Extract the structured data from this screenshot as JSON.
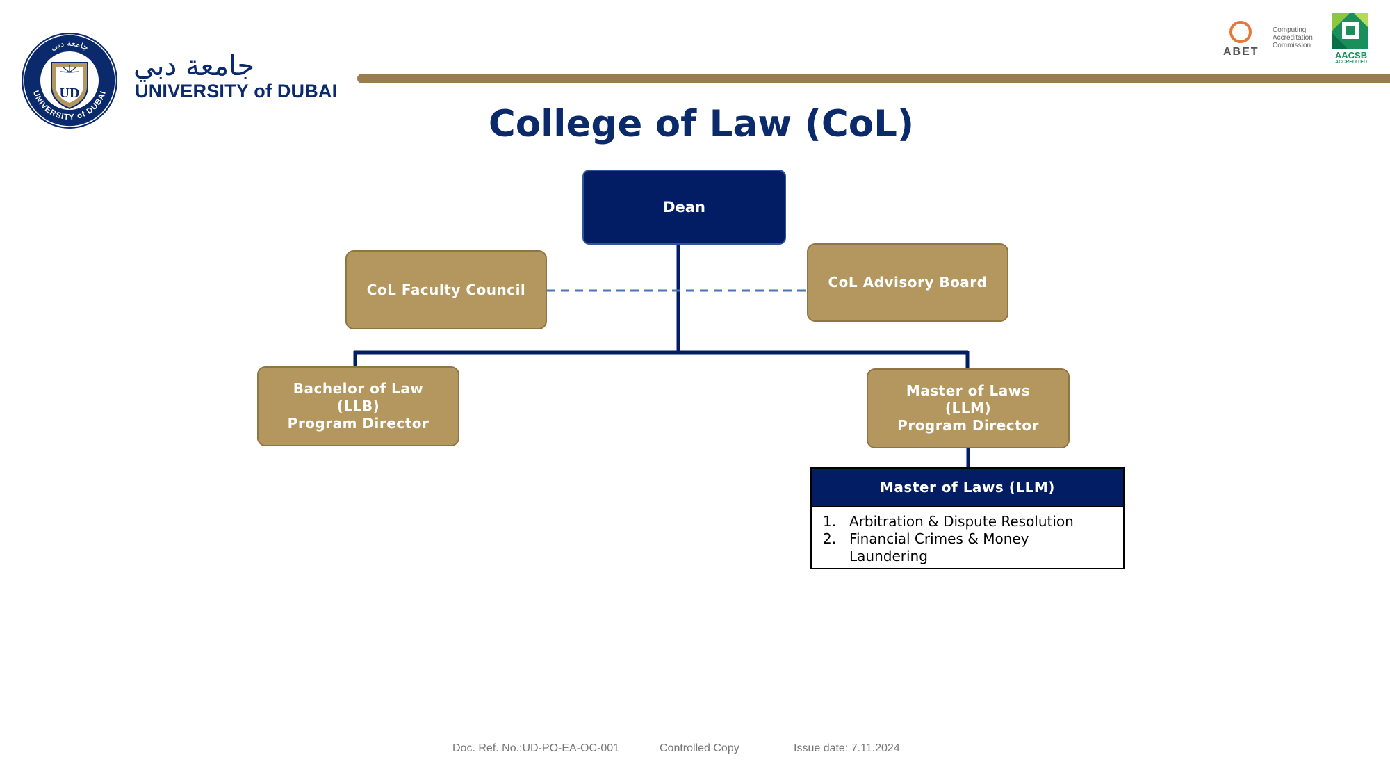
{
  "header": {
    "brand_arabic": "جامعة دبي",
    "brand_english": "UNIVERSITY of DUBAI",
    "seal_initials": "UD",
    "seal_ring_text": "UNIVERSITY of DUBAI",
    "seal_ring_arabic": "جامعة دبي",
    "abet_label": "ABET",
    "abet_commission": "Computing\nAccreditation\nCommission",
    "aacsb_label": "AACSB",
    "aacsb_sub": "ACCREDITED"
  },
  "title": "College of Law (CoL)",
  "org_chart": {
    "dean": "Dean",
    "faculty_council": "CoL Faculty Council",
    "advisory_board": "CoL Advisory Board",
    "llb_director": "Bachelor of Law\n(LLB)\nProgram Director",
    "llm_director": "Master of Laws\n(LLM)\nProgram Director",
    "llm_programs": {
      "header": "Master of Laws (LLM)",
      "items": [
        {
          "num": "1.",
          "text": "Arbitration & Dispute Resolution"
        },
        {
          "num": "2.",
          "text": "Financial Crimes & Money Laundering"
        }
      ]
    }
  },
  "footer": {
    "doc_ref": "Doc. Ref. No.:UD-PO-EA-OC-001",
    "controlled": "Controlled Copy",
    "issue_date": "Issue date: 7.11.2024"
  },
  "colors": {
    "navy": "#021d63",
    "title_navy": "#0b2a6b",
    "gold": "#b3975e",
    "gold_bar": "#9a7d4e",
    "dashed_connector": "#4a74b4"
  },
  "icons": [
    "ud-seal-icon",
    "abet-logo-icon",
    "aacsb-logo-icon"
  ]
}
